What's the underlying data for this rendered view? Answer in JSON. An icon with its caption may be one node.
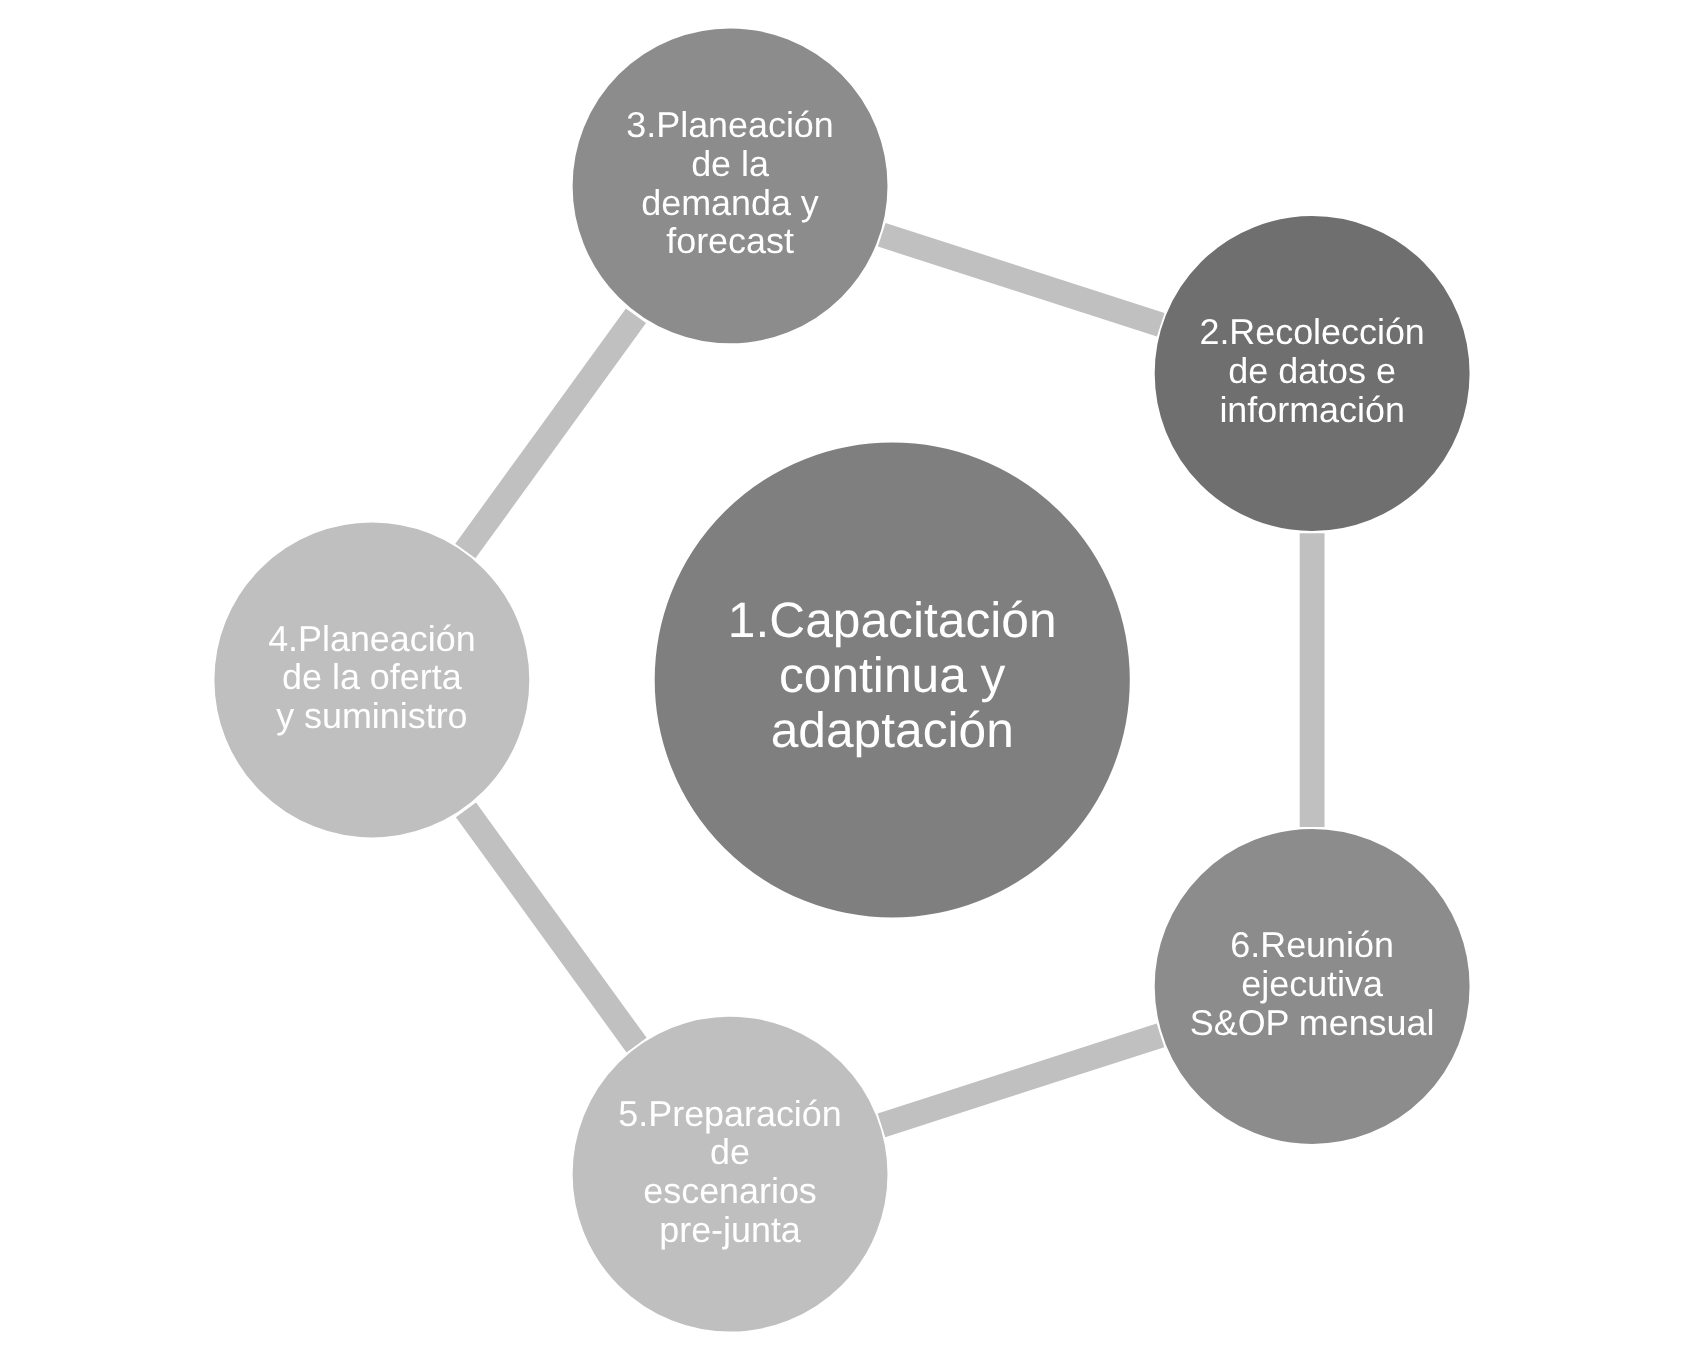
{
  "diagram": {
    "nodes": [
      {
        "text": [
          "1.Capacitación continua y adaptación"
        ]
      },
      {
        "text": [
          "2.Recolección de datos e información"
        ]
      },
      {
        "text": [
          "3.Planeación de la demanda y forecast"
        ]
      },
      {
        "text": [
          "4.Planeación de la oferta y suministro"
        ]
      },
      {
        "text": [
          "5.Preparación de escenarios pre-junta"
        ]
      },
      {
        "text": [
          "6.Reunión ejecutiva S&OP mensual"
        ]
      }
    ],
    "edges": [
      {
        "from": 1,
        "to": 2,
        "arrow": "none"
      },
      {
        "from": 2,
        "to": 3,
        "arrow": "none"
      },
      {
        "from": 3,
        "to": 4,
        "arrow": "none"
      },
      {
        "from": 4,
        "to": 5,
        "arrow": "none"
      },
      {
        "from": 5,
        "to": 1,
        "arrow": "none"
      }
    ]
  }
}
